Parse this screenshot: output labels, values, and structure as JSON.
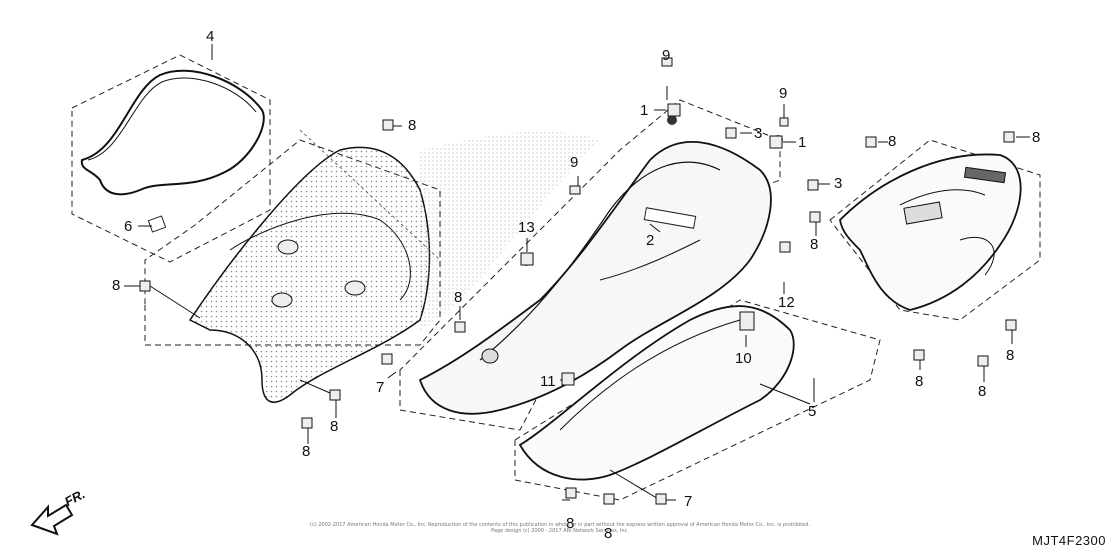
{
  "callouts": [
    {
      "id": "4",
      "label": "4"
    },
    {
      "id": "6",
      "label": "6"
    },
    {
      "id": "8a",
      "label": "8"
    },
    {
      "id": "8b",
      "label": "8"
    },
    {
      "id": "8c",
      "label": "8"
    },
    {
      "id": "8d",
      "label": "8"
    },
    {
      "id": "8e",
      "label": "8"
    },
    {
      "id": "9a",
      "label": "9"
    },
    {
      "id": "1a",
      "label": "1"
    },
    {
      "id": "9b",
      "label": "9"
    },
    {
      "id": "1b",
      "label": "1"
    },
    {
      "id": "3a",
      "label": "3"
    },
    {
      "id": "3b",
      "label": "3"
    },
    {
      "id": "9c",
      "label": "9"
    },
    {
      "id": "2",
      "label": "2"
    },
    {
      "id": "13",
      "label": "13"
    },
    {
      "id": "12",
      "label": "12"
    },
    {
      "id": "10",
      "label": "10"
    },
    {
      "id": "7a",
      "label": "7"
    },
    {
      "id": "11",
      "label": "11"
    },
    {
      "id": "8f",
      "label": "8"
    },
    {
      "id": "8g",
      "label": "8"
    },
    {
      "id": "7b",
      "label": "7"
    },
    {
      "id": "8h",
      "label": "8"
    },
    {
      "id": "8i",
      "label": "8"
    },
    {
      "id": "5",
      "label": "5"
    },
    {
      "id": "8j",
      "label": "8"
    },
    {
      "id": "8k",
      "label": "8"
    },
    {
      "id": "8l",
      "label": "8"
    },
    {
      "id": "8m",
      "label": "8"
    }
  ],
  "direction_label": "FR.",
  "copyright_line1": "(c) 2002-2017 American Honda Motor Co., Inc. Reproduction of the contents of this publication in whole or in part without the express written approval of American Honda Motor Co., Inc. is prohibited.",
  "copyright_line2": "Page design (c) 2000 - 2017 ARI Network Services, Inc.",
  "drawing_code": "MJT4F2300"
}
